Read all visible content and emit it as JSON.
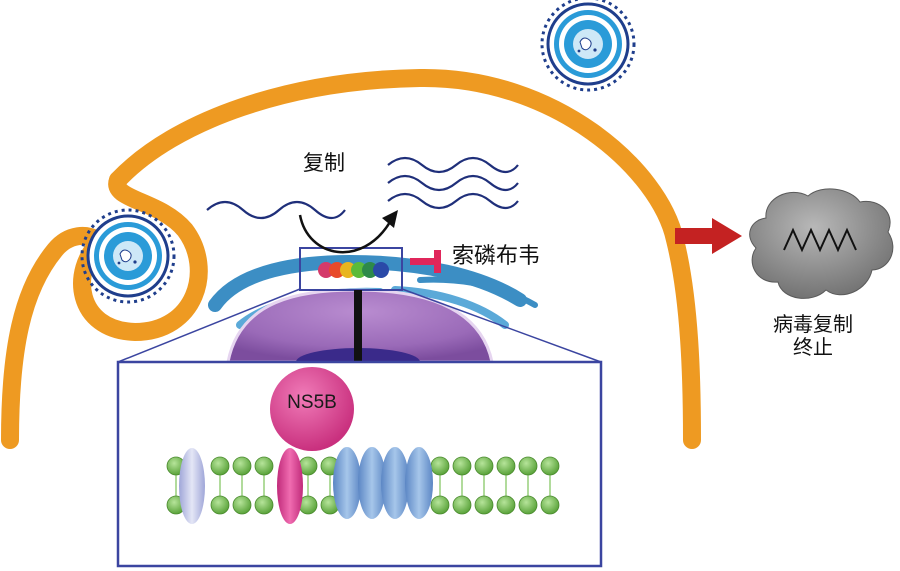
{
  "labels": {
    "replication": "复制",
    "drug": "索磷布韦",
    "stop_line1": "病毒复制",
    "stop_line2": "终止",
    "protein": "NS5B"
  },
  "colors": {
    "cell_membrane": "#EE9A22",
    "virus_outer": "#1F3E8C",
    "virus_fill": "#2A9BD8",
    "rna_strand": "#1F2F7A",
    "inhibit_bar": "#E0265B",
    "arrow_red": "#C42222",
    "er_blue": "#3C8EC4",
    "nucleus_purple": "#9A6AB8",
    "zoom_frame": "#3B45A0",
    "ns5b_pink": "#D94495",
    "lipid_green": "#7DC35A",
    "blob_gray": "#8E8E8E"
  },
  "icons": [
    "virus-icon",
    "inhibitor-bar-icon",
    "red-arrow-icon",
    "gray-virus-blob-icon",
    "nucleotide-beads-icon"
  ]
}
